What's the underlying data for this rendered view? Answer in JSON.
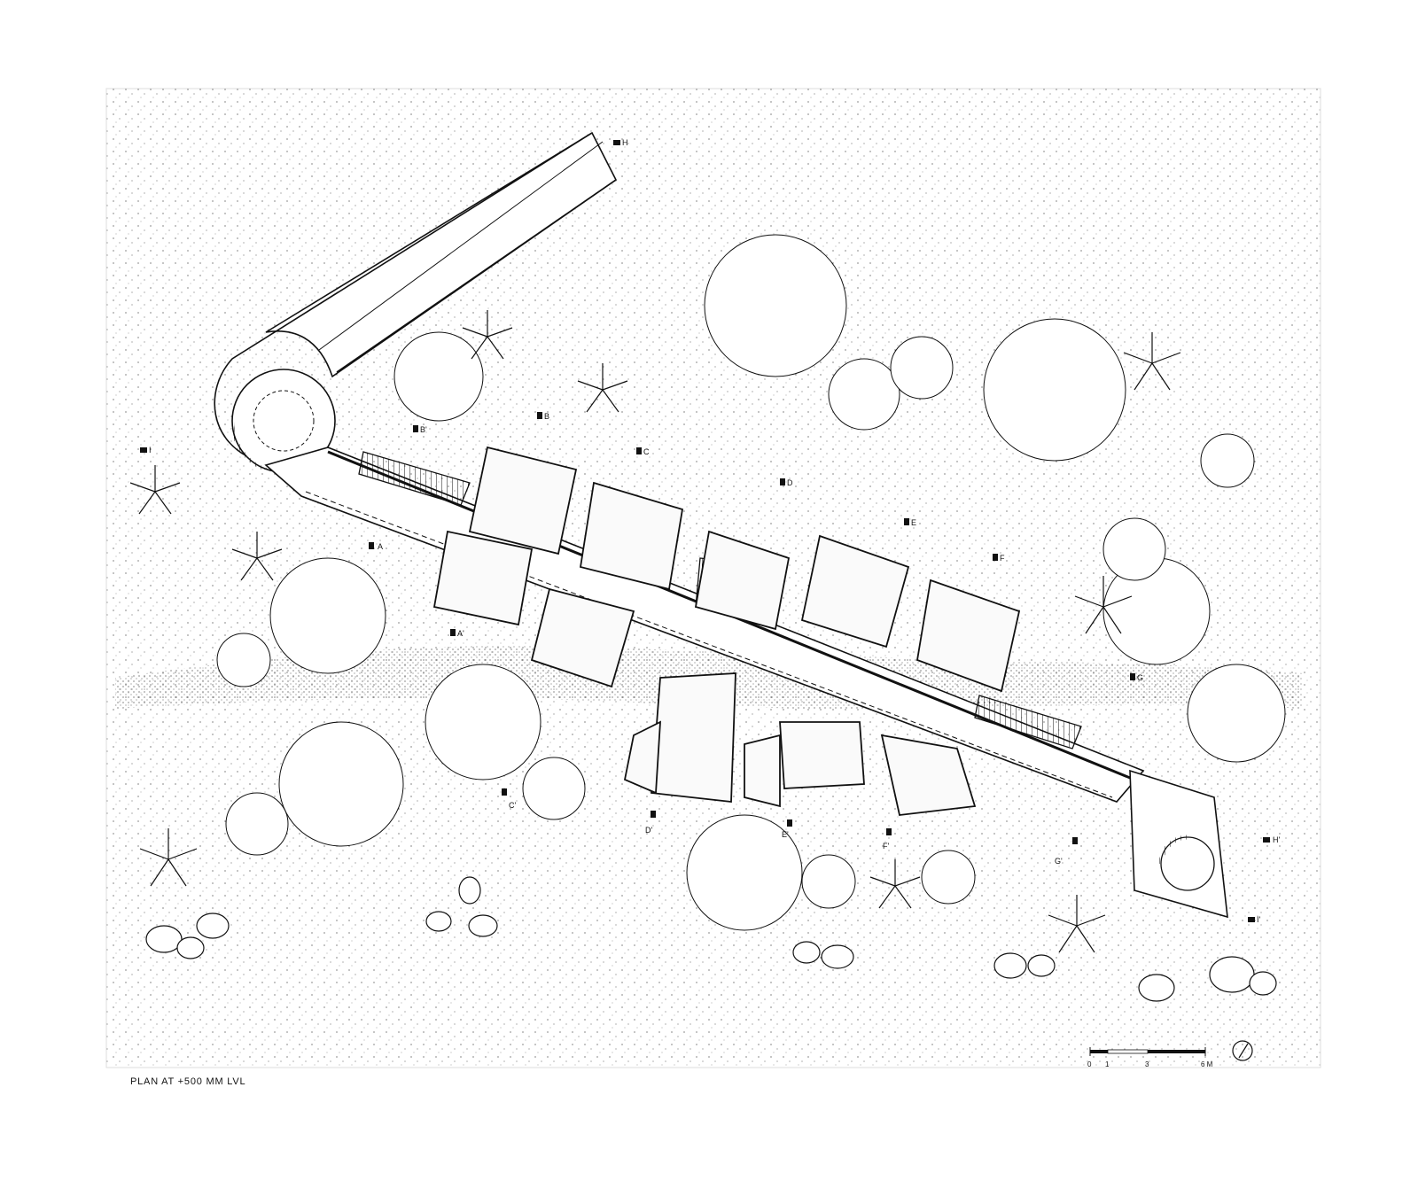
{
  "plan_title": "PLAN AT +500 MM LVL",
  "scale_bar": {
    "labels": [
      "0",
      "1",
      "3",
      "6 M"
    ]
  },
  "north_arrow": {
    "icon": "north-arrow-icon"
  },
  "section_markers": [
    "A",
    "B",
    "C",
    "D",
    "E",
    "F",
    "G",
    "H",
    "I",
    "A'",
    "B'",
    "C'",
    "D'",
    "E'",
    "F'",
    "G'",
    "H'",
    "I'"
  ],
  "colors": {
    "ink": "#111111",
    "paper": "#ffffff",
    "fill": "#f4f4f4"
  }
}
